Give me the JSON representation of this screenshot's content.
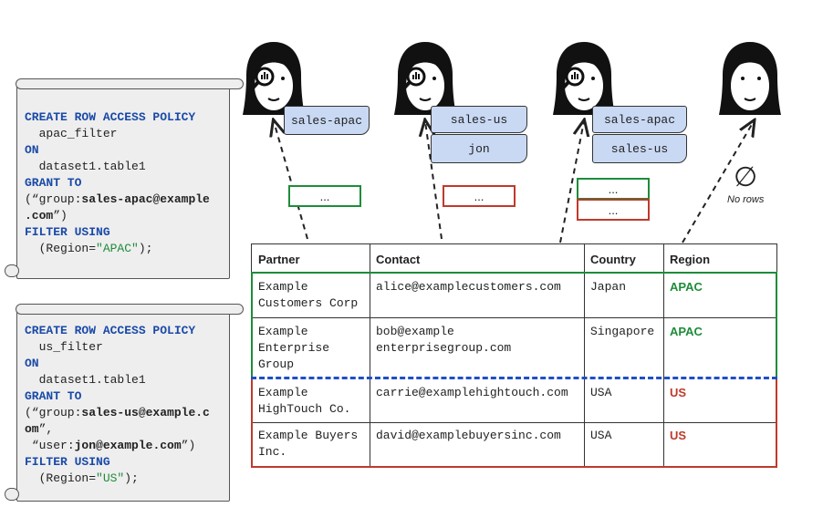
{
  "policies": [
    {
      "kw_create": "CREATE ROW ACCESS POLICY",
      "name": "apac_filter",
      "kw_on": "ON",
      "table": "dataset1.table1",
      "kw_grant": "GRANT TO",
      "grant_open": "(“group:",
      "grant_bold_1": "sales-apac@example",
      "grant_bold_2": ".com",
      "grant_close": "”)",
      "kw_filter": "FILTER USING",
      "filter_prefix": "(Region=",
      "filter_value": "\"APAC\"",
      "filter_suffix": ");"
    },
    {
      "kw_create": "CREATE ROW ACCESS POLICY",
      "name": "us_filter",
      "kw_on": "ON",
      "table": "dataset1.table1",
      "kw_grant": "GRANT TO",
      "grant_open": "(“group:",
      "grant_bold_1": "sales-us@example.c",
      "grant_bold_2": "om",
      "grant_mid": "”,",
      "grant_user_open": "“user:",
      "grant_user_bold": "jon@example.com",
      "grant_close": "”)",
      "kw_filter": "FILTER USING",
      "filter_prefix": "(Region=",
      "filter_value": "\"US\"",
      "filter_suffix": ");"
    }
  ],
  "users": [
    {
      "tags": [
        "sales-apac"
      ]
    },
    {
      "tags": [
        "sales-us",
        "jon"
      ]
    },
    {
      "tags": [
        "sales-apac",
        "sales-us"
      ]
    },
    {
      "tags": []
    }
  ],
  "results": {
    "ellipsis": "...",
    "no_rows": "No rows",
    "empty_set_glyph": "∅"
  },
  "table": {
    "headers": [
      "Partner",
      "Contact",
      "Country",
      "Region"
    ],
    "rows": [
      {
        "partner": "Example\nCustomers Corp",
        "contact": "alice@examplecustomers.com",
        "country": "Japan",
        "region": "APAC"
      },
      {
        "partner": "Example\nEnterprise\nGroup",
        "contact": "bob@example\nenterprisegroup.com",
        "country": "Singapore",
        "region": "APAC"
      },
      {
        "partner": "Example\nHighTouch Co.",
        "contact": "carrie@examplehightouch.com",
        "country": "USA",
        "region": "US"
      },
      {
        "partner": "Example Buyers\nInc.",
        "contact": "david@examplebuyersinc.com",
        "country": "USA",
        "region": "US"
      }
    ]
  },
  "colors": {
    "apac": "#1e8c3a",
    "us": "#c0392b",
    "separator": "#1f4fc4",
    "tag_fill": "#c9d9f4",
    "panel_fill": "#eeeeee"
  }
}
